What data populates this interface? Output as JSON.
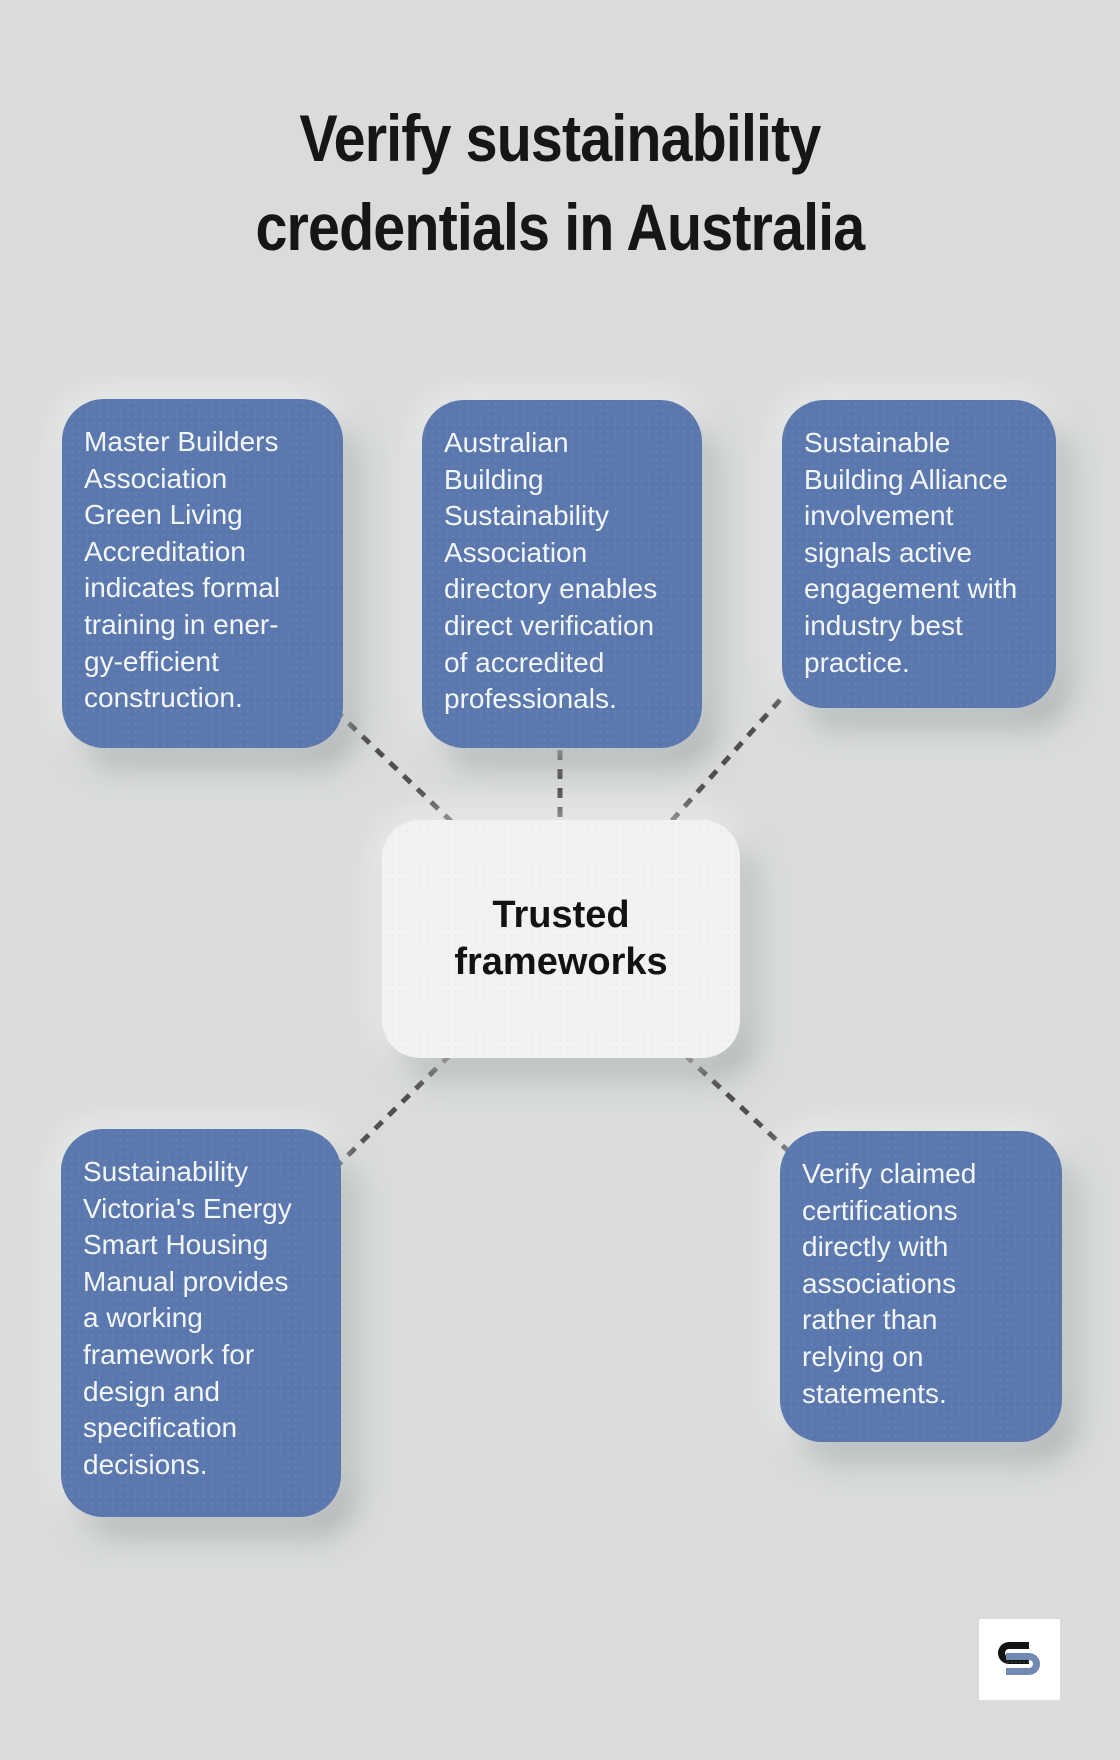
{
  "title": {
    "text": "Verify sustainability\ncredentials in Australia"
  },
  "center_node": {
    "label": "Trusted\nframeworks"
  },
  "nodes": [
    {
      "id": "master-builders-accreditation",
      "text": "Master Builders\nAssociation\nGreen Living\nAccreditation\nindicates formal\ntraining in ener-\ngy-efficient\nconstruction."
    },
    {
      "id": "absa-directory",
      "text": "Australian\nBuilding\nSustainability\nAssociation\ndirectory enables\ndirect verification\nof accredited\nprofessionals."
    },
    {
      "id": "sustainable-building-alliance",
      "text": "Sustainable\nBuilding Alliance\ninvolvement\nsignals active\nengagement with\nindustry best\npractice."
    },
    {
      "id": "energy-smart-housing-manual",
      "text": "Sustainability\nVictoria's Energy\nSmart Housing\nManual provides\na working\nframework for\ndesign and\nspecification\ndecisions."
    },
    {
      "id": "verify-certifications",
      "text": "Verify claimed\ncertifications\ndirectly with\nassociations\nrather than\nrelying on\nstatements."
    }
  ],
  "colors": {
    "page-bg": "#d9dcda",
    "node-blue": "#5b78ae",
    "node-text": "#f3f6f9",
    "center-bg": "#f1f2f1",
    "center-text": "#121212",
    "title-color": "#161616",
    "connector": "#4f4f4f",
    "logo-black": "#131313",
    "logo-blue": "#7389b5"
  }
}
